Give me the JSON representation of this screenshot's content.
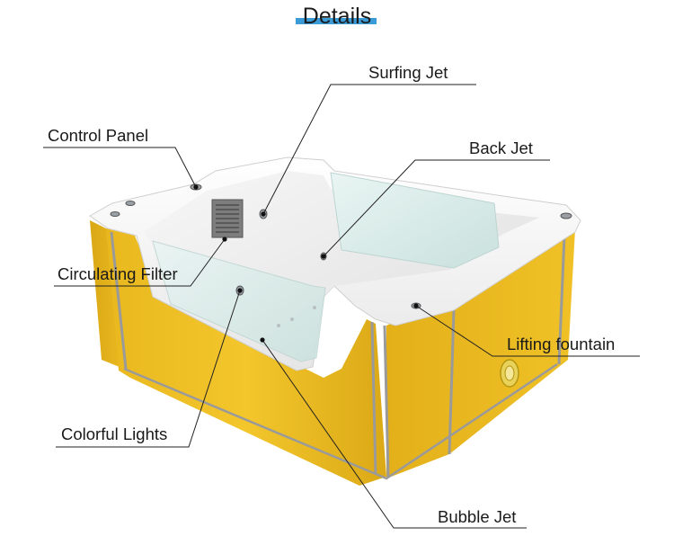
{
  "title": "Details",
  "labels": {
    "surfing_jet": "Surfing Jet",
    "control_panel": "Control Panel",
    "back_jet": "Back Jet",
    "circulating_filter": "Circulating Filter",
    "lifting_fountain": "Lifting fountain",
    "colorful_lights": "Colorful Lights",
    "bubble_jet": "Bubble Jet"
  },
  "colors": {
    "accent_underline": "#3b9bd6",
    "panel_yellow": "#efc026",
    "shell_white": "#f4f4f4",
    "glass": "#d9ecea",
    "leader_line": "#222222"
  }
}
